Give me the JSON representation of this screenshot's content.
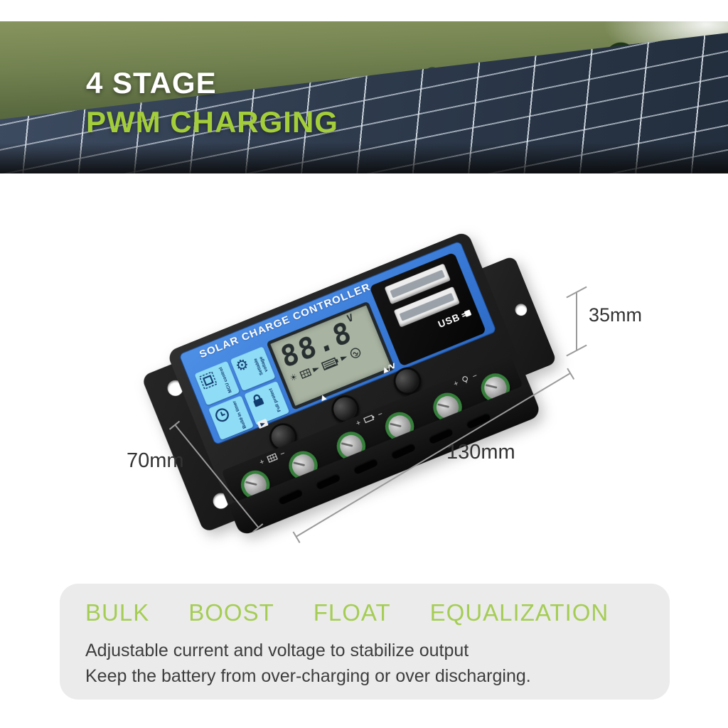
{
  "hero": {
    "line1": "4 STAGE",
    "line2": "PWM CHARGING"
  },
  "device": {
    "panel_title": "SOLAR CHARGE CONTROLLER",
    "features": [
      {
        "label": "MCU control",
        "icon": "chip-icon"
      },
      {
        "label": "Settable voltage",
        "icon": "gear-icon"
      },
      {
        "label": "Build-in timer",
        "icon": "clock-icon"
      },
      {
        "label": "Full protect",
        "icon": "lock-icon"
      }
    ],
    "lcd": {
      "value": "88.8",
      "unit": "V",
      "icons": [
        "sun-icon",
        "solar-panel-icon",
        "arrow-icon",
        "battery-icon",
        "arrow-icon",
        "load-bulb-icon"
      ]
    },
    "usb_label": "USB",
    "buttons": {
      "up_label": "▲",
      "adjust_label": "▲/V"
    },
    "terminals": {
      "plus": "+",
      "minus": "−",
      "groups": [
        "solar-panel",
        "battery",
        "load"
      ]
    }
  },
  "dimensions": {
    "height": "35mm",
    "depth": "70mm",
    "length": "130mm"
  },
  "info": {
    "stages": [
      "BULK",
      "BOOST",
      "FLOAT",
      "EQUALIZATION"
    ],
    "line1": "Adjustable current and voltage to stabilize output",
    "line2": "Keep the battery from over-charging or over discharging."
  },
  "icons": {
    "gear": "⚙",
    "sun": "☀",
    "arrow": "►"
  },
  "colors": {
    "accent_green": "#A4CE39",
    "stage_green": "#A5CD54",
    "face_blue": "#3B7DD8",
    "badge_cyan": "#8EDCF5",
    "lcd_screen": "#A9B3A1",
    "panel_bg": "#EBEBEB"
  }
}
